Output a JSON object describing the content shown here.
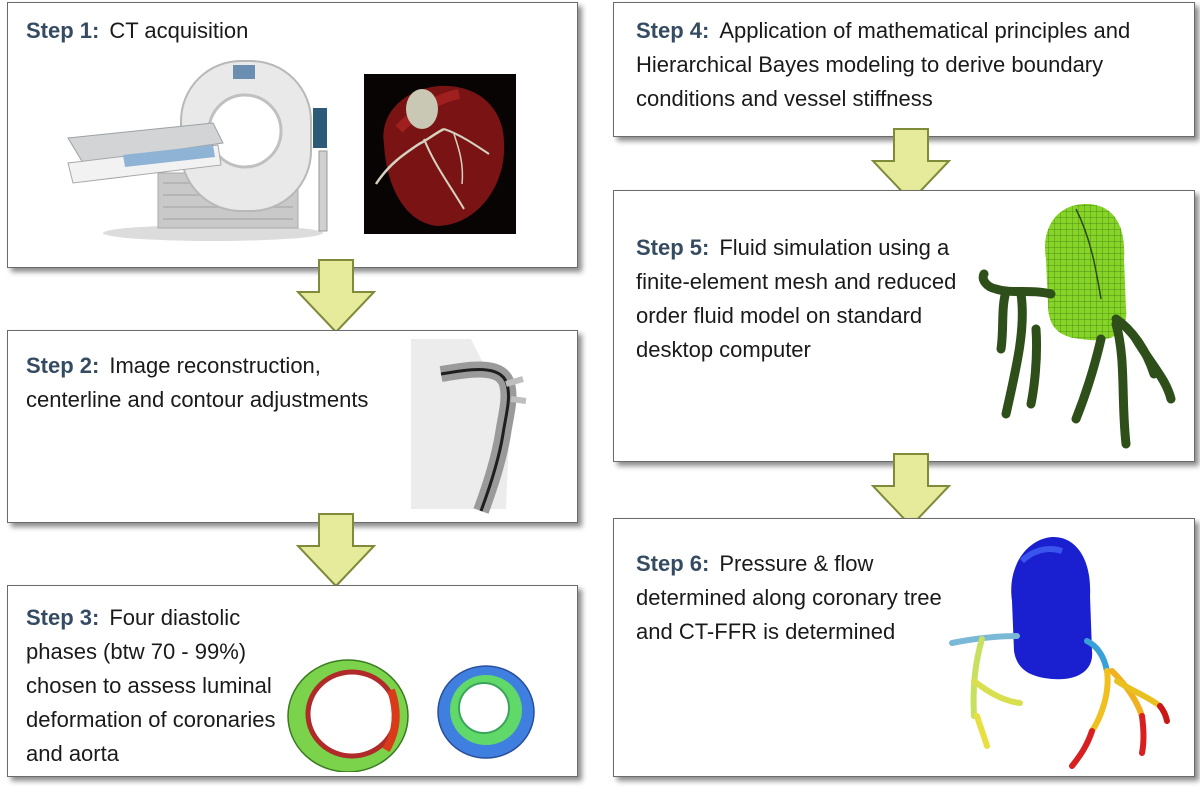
{
  "steps": [
    {
      "label": "Step 1:",
      "text": "CT acquisition"
    },
    {
      "label": "Step 2:",
      "text": "Image reconstruction, centerline and contour adjustments"
    },
    {
      "label": "Step 3:",
      "text": "Four diastolic phases (btw 70 - 99%) chosen to assess luminal deformation of coronaries and aorta"
    },
    {
      "label": "Step 4:",
      "text": "Application of mathematical principles and Hierarchical Bayes modeling to derive boundary conditions and vessel stiffness"
    },
    {
      "label": "Step 5:",
      "text": "Fluid simulation using a finite-element mesh and reduced order fluid model on standard desktop computer"
    },
    {
      "label": "Step 6:",
      "text": "Pressure & flow determined along coronary tree and CT-FFR is determined"
    }
  ],
  "colors": {
    "step_label": "#354b62",
    "arrow_fill": "#e6eb9b",
    "arrow_stroke": "#7f8a3a",
    "box_border": "#6b6b6b"
  }
}
